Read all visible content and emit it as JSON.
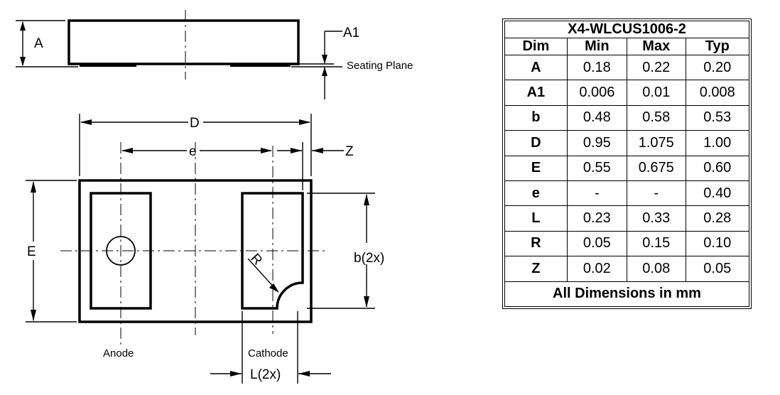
{
  "drawing": {
    "side_view": {
      "label_a": "A",
      "label_a1": "A1",
      "label_seating_plane": "Seating Plane"
    },
    "top_view": {
      "label_d": "D",
      "label_e_pitch": "e",
      "label_z": "Z",
      "label_e_height": "E",
      "label_b": "b(2x)",
      "label_r": "R",
      "label_anode": "Anode",
      "label_cathode": "Cathode",
      "label_l": "L(2x)"
    }
  },
  "table": {
    "title": "X4-WLCUS1006-2",
    "headers": [
      "Dim",
      "Min",
      "Max",
      "Typ"
    ],
    "rows": [
      [
        "A",
        "0.18",
        "0.22",
        "0.20"
      ],
      [
        "A1",
        "0.006",
        "0.01",
        "0.008"
      ],
      [
        "b",
        "0.48",
        "0.58",
        "0.53"
      ],
      [
        "D",
        "0.95",
        "1.075",
        "1.00"
      ],
      [
        "E",
        "0.55",
        "0.675",
        "0.60"
      ],
      [
        "e",
        "-",
        "-",
        "0.40"
      ],
      [
        "L",
        "0.23",
        "0.33",
        "0.28"
      ],
      [
        "R",
        "0.05",
        "0.15",
        "0.10"
      ],
      [
        "Z",
        "0.02",
        "0.08",
        "0.05"
      ]
    ],
    "footer": "All Dimensions in mm"
  }
}
